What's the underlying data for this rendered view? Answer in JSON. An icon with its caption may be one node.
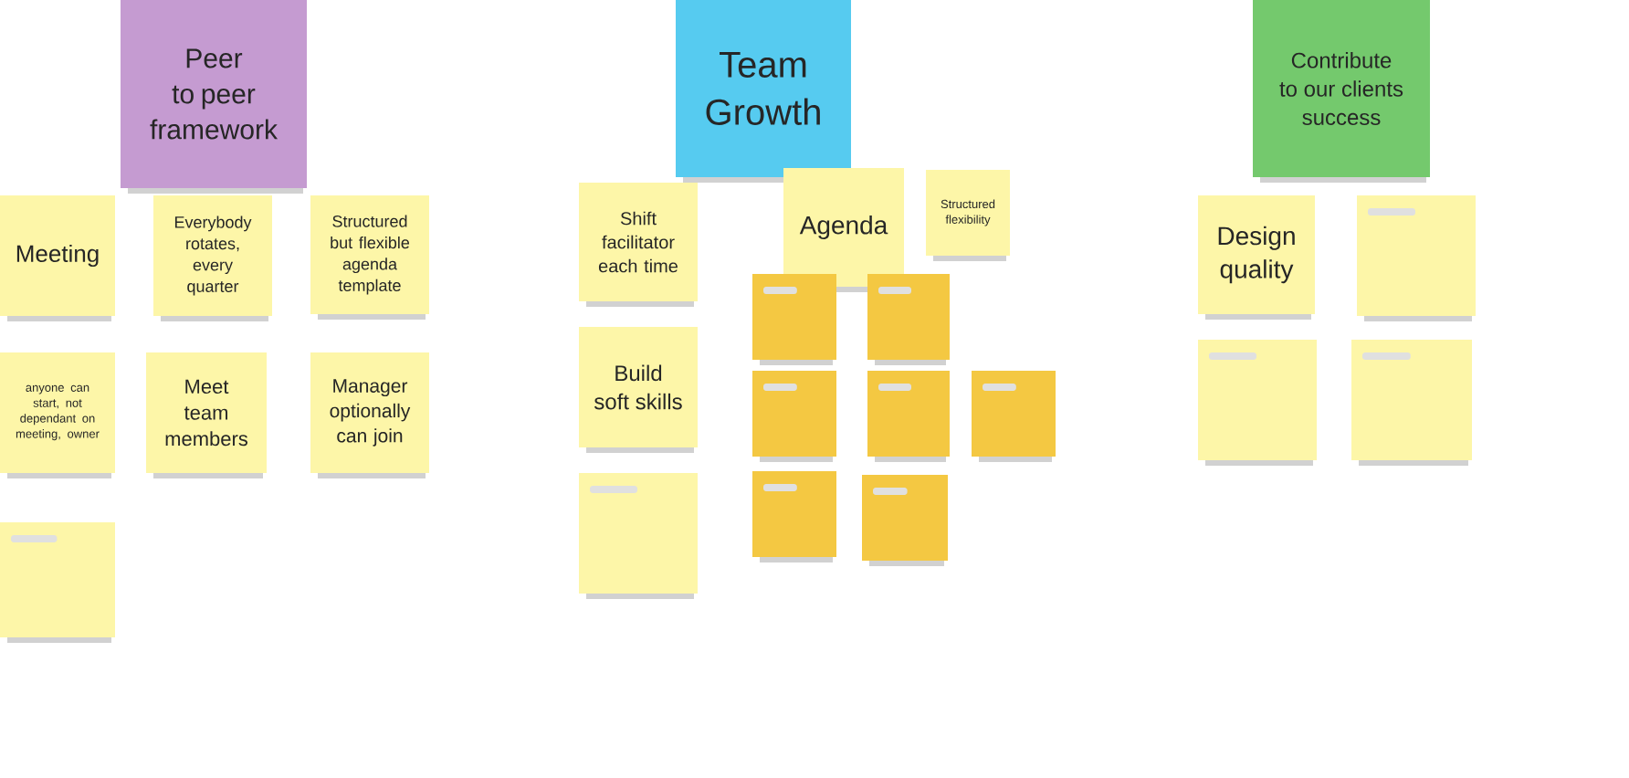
{
  "diagram": {
    "nodes": [
      {
        "text": [
          "Peer to peer framework"
        ]
      },
      {
        "text": [
          "Team Growth"
        ]
      },
      {
        "text": [
          "Contribute to our clients success"
        ]
      },
      {
        "text": [
          "Meeting"
        ]
      },
      {
        "text": [
          "Everybody rotates, every quarter"
        ]
      },
      {
        "text": [
          "Structured but flexible agenda template"
        ]
      },
      {
        "text": [
          "Shift facilitator each time"
        ]
      },
      {
        "text": [
          "Agenda"
        ]
      },
      {
        "text": [
          "Structured flexibility"
        ]
      },
      {
        "text": [
          "Design quality"
        ]
      },
      {
        "text": [],
        "shape": "box"
      },
      {
        "text": [],
        "shape": "box"
      },
      {
        "text": [],
        "shape": "box"
      },
      {
        "text": [
          "Build soft skills"
        ]
      },
      {
        "text": [
          "anyone can start, not dependant on meeting, owner"
        ]
      },
      {
        "text": [
          "Meet team members"
        ]
      },
      {
        "text": [
          "Manager optionally can join"
        ]
      },
      {
        "text": [],
        "shape": "box"
      },
      {
        "text": [],
        "shape": "box"
      },
      {
        "text": [],
        "shape": "box"
      },
      {
        "text": [],
        "shape": "box"
      },
      {
        "text": [],
        "shape": "box"
      },
      {
        "text": [],
        "shape": "box"
      },
      {
        "text": [],
        "shape": "box"
      },
      {
        "text": [],
        "shape": "box"
      },
      {
        "text": [],
        "shape": "box"
      }
    ]
  }
}
